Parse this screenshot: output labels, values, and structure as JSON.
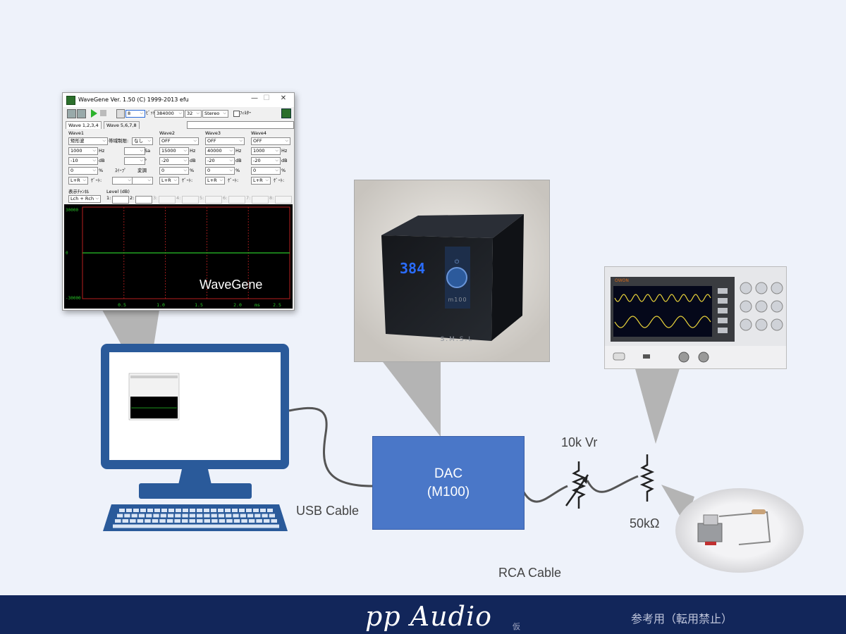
{
  "wavegene": {
    "title": "WaveGene  Ver. 1.50  (C) 1999-2013 efu",
    "window_controls": [
      "—",
      "☐",
      "✕"
    ],
    "toolbar": {
      "channel_value": "8",
      "bit_unit": "ﾋﾞｯﾄ",
      "sample_rate": "384000",
      "bit_depth": "32",
      "mode": "Stereo",
      "filter_label": "ﾌｨﾙﾀｰ"
    },
    "tabs": [
      "Wave 1,2,3,4",
      "Wave 5,6,7,8"
    ],
    "waves": [
      {
        "name": "Wave1",
        "type": "矩形波",
        "freq": "1000",
        "level": "-10",
        "phase": "0",
        "ch": "L+R"
      },
      {
        "name": "Wave2",
        "type": "OFF",
        "freq": "15000",
        "level": "-20",
        "phase": "0",
        "ch": "L+R"
      },
      {
        "name": "Wave3",
        "type": "OFF",
        "freq": "40000",
        "level": "-20",
        "phase": "0",
        "ch": "L+R"
      },
      {
        "name": "Wave4",
        "type": "OFF",
        "freq": "1000",
        "level": "-20",
        "phase": "0",
        "ch": "L+R"
      }
    ],
    "units": {
      "hz": "Hz",
      "db": "dB",
      "deg": "°",
      "pct": "%",
      "sa": "Sa"
    },
    "band_label": "帯域制限:",
    "band_value": "なし",
    "gate_label": "ｹﾞｰﾄ:",
    "sweep_label": "ｽｲｰﾌﾟ",
    "mod_label": "変調",
    "display_label": "表示ﾁｬﾝﾈﾙ",
    "display_value": "Lch + Rch",
    "level_label": "Level (dB)",
    "level_channels": [
      "1:",
      "2:",
      "3:",
      "4:",
      "5:",
      "6:",
      "7:",
      "8:"
    ],
    "scope": {
      "y_ticks": [
        "30000",
        "0",
        "-30000"
      ],
      "x_ticks": [
        "0.5",
        "1.0",
        "1.5",
        "2.0",
        "ms",
        "2.5"
      ],
      "overlay": "WaveGene"
    }
  },
  "dac_display": "384",
  "dac_device_text": [
    "m100",
    "S.M.S.L"
  ],
  "oscilloscope_brand": "OWON",
  "labels": {
    "usb_cable": "USB Cable",
    "dac_line1": "DAC",
    "dac_line2": "(M100)",
    "vr": "10k Vr",
    "resistor": "50kΩ",
    "rca_cable": "RCA Cable"
  },
  "footer": {
    "brand": "pp Audio",
    "kari": "仮",
    "note": "参考用（転用禁止）"
  },
  "colors": {
    "monitor_blue": "#2a5a9a",
    "dac_blue": "#4a77c8",
    "footer_navy": "#12265a",
    "background": "#eef2fa",
    "callout_gray": "#b4b4b4",
    "scope_trace": "#28c428",
    "scope_grid": "#b82020"
  }
}
